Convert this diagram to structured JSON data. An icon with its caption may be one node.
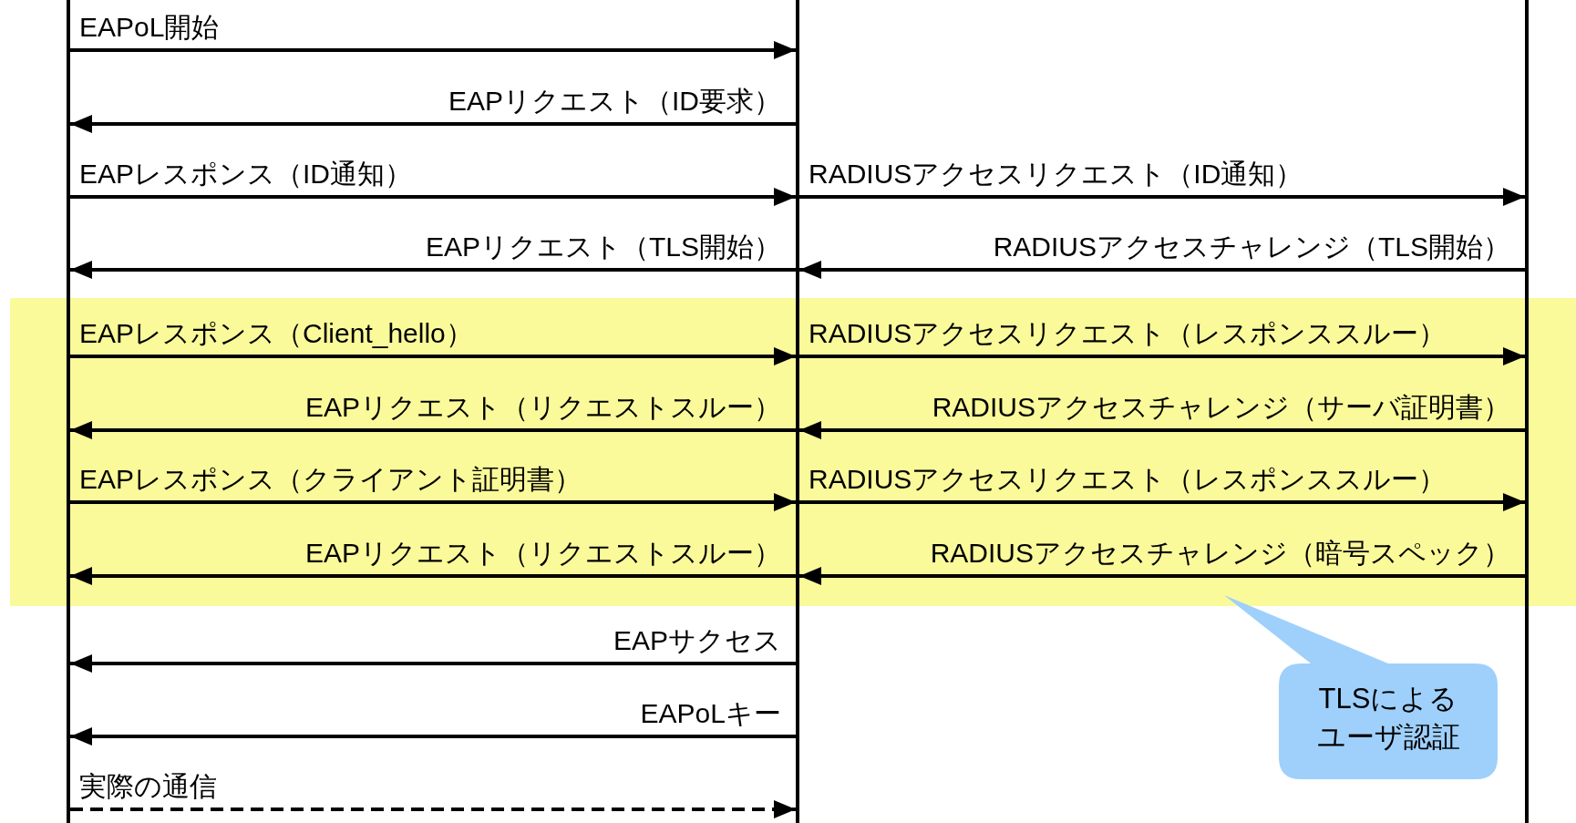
{
  "diagram": {
    "nodes": [
      {
        "text": [],
        "shape": "bar"
      },
      {
        "text": [],
        "shape": "bar"
      },
      {
        "text": [],
        "shape": "bar"
      },
      {
        "text": [
          "TLSによるユーザ認証"
        ]
      }
    ],
    "edges": [
      {
        "from": 0,
        "to": 1,
        "arrow": "to",
        "label": "EAPoL開始"
      },
      {
        "from": 1,
        "to": 0,
        "arrow": "to",
        "label": "EAPリクエスト（ID要求）"
      },
      {
        "from": 0,
        "to": 1,
        "arrow": "to",
        "label": "EAPレスポンス（ID通知）"
      },
      {
        "from": 1,
        "to": 2,
        "arrow": "to",
        "label": "RADIUSアクセスリクエスト（ID通知）"
      },
      {
        "from": 1,
        "to": 0,
        "arrow": "to",
        "label": "EAPリクエスト（TLS開始）"
      },
      {
        "from": 2,
        "to": 1,
        "arrow": "to",
        "label": "RADIUSアクセスチャレンジ（TLS開始）"
      },
      {
        "from": 0,
        "to": 1,
        "arrow": "to",
        "label": "EAPレスポンス（Client_hello）"
      },
      {
        "from": 1,
        "to": 2,
        "arrow": "to",
        "label": "RADIUSアクセスリクエスト（レスポンススルー）"
      },
      {
        "from": 1,
        "to": 0,
        "arrow": "to",
        "label": "EAPリクエスト（リクエストスルー）"
      },
      {
        "from": 2,
        "to": 1,
        "arrow": "to",
        "label": "RADIUSアクセスチャレンジ（サーバ証明書）"
      },
      {
        "from": 0,
        "to": 1,
        "arrow": "to",
        "label": "EAPレスポンス（クライアント証明書）"
      },
      {
        "from": 1,
        "to": 2,
        "arrow": "to",
        "label": "RADIUSアクセスリクエスト（レスポンススルー）"
      },
      {
        "from": 1,
        "to": 0,
        "arrow": "to",
        "label": "EAPリクエスト（リクエストスルー）"
      },
      {
        "from": 2,
        "to": 1,
        "arrow": "to",
        "label": "RADIUSアクセスチャレンジ（暗号スペック）"
      },
      {
        "from": 1,
        "to": 0,
        "arrow": "to",
        "label": "EAPサクセス"
      },
      {
        "from": 1,
        "to": 0,
        "arrow": "to",
        "label": "EAPoLキー"
      },
      {
        "from": 0,
        "to": 1,
        "arrow": "to",
        "label": "実際の通信",
        "style": "dashed"
      }
    ]
  }
}
